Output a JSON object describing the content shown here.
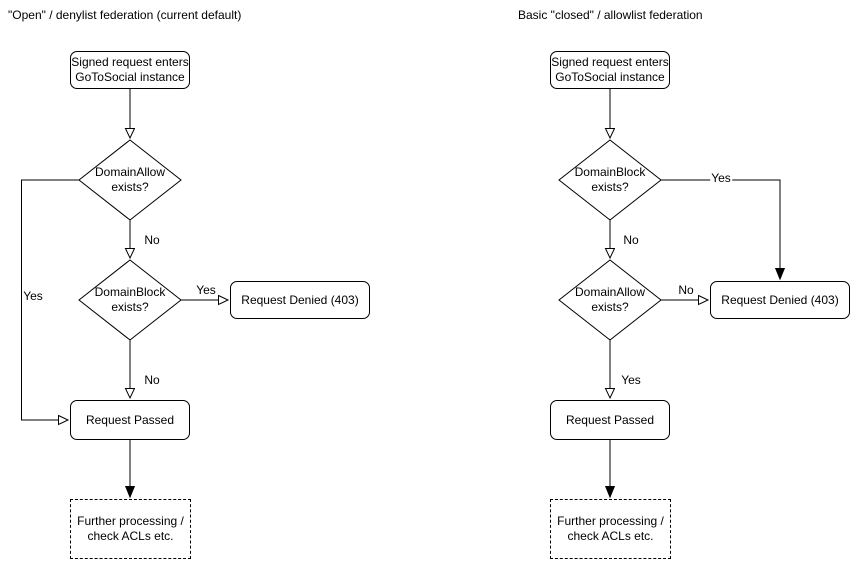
{
  "diagram": {
    "colors": {
      "stroke": "#000000",
      "node_fill": "#ffffff",
      "text": "#000000"
    },
    "left": {
      "title": "\"Open\" / denylist federation (current default)",
      "start_line1": "Signed request enters",
      "start_line2": "GoToSocial instance",
      "decision1_line1": "DomainAllow",
      "decision1_line2": "exists?",
      "decision1_no": "No",
      "decision1_yes": "Yes",
      "decision2_line1": "DomainBlock",
      "decision2_line2": "exists?",
      "decision2_yes": "Yes",
      "decision2_no": "No",
      "denied": "Request Denied (403)",
      "passed": "Request Passed",
      "further_line1": "Further processing /",
      "further_line2": "check ACLs etc."
    },
    "right": {
      "title": "Basic \"closed\" / allowlist federation",
      "start_line1": "Signed request enters",
      "start_line2": "GoToSocial instance",
      "decision1_line1": "DomainBlock",
      "decision1_line2": "exists?",
      "decision1_yes": "Yes",
      "decision1_no": "No",
      "decision2_line1": "DomainAllow",
      "decision2_line2": "exists?",
      "decision2_no": "No",
      "decision2_yes": "Yes",
      "denied": "Request Denied (403)",
      "passed": "Request Passed",
      "further_line1": "Further processing /",
      "further_line2": "check ACLs etc."
    }
  }
}
